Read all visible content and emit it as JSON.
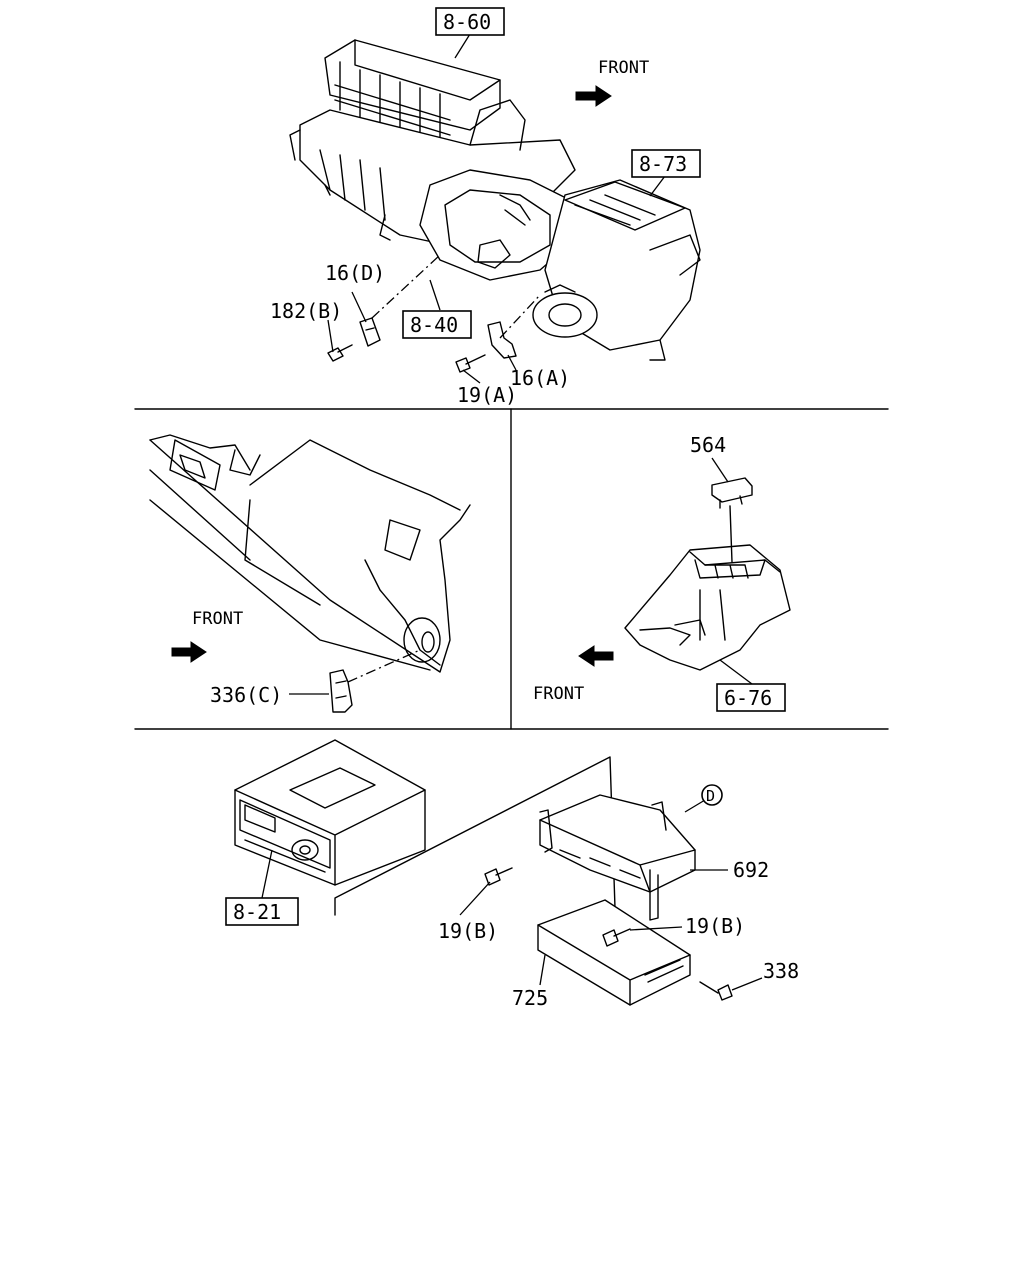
{
  "labels": {
    "ref_8_60": "8-60",
    "ref_8_73": "8-73",
    "ref_8_40": "8-40",
    "ref_6_76": "6-76",
    "ref_8_21": "8-21",
    "part_16D": "16(D)",
    "part_182B": "182(B)",
    "part_16A": "16(A)",
    "part_19A": "19(A)",
    "part_564": "564",
    "part_336C": "336(C)",
    "part_692": "692",
    "part_19B_left": "19(B)",
    "part_19B_right": "19(B)",
    "part_725": "725",
    "part_338": "338",
    "circle_D": "D"
  },
  "front_labels": {
    "top": "FRONT",
    "mid_left": "FRONT",
    "mid_right": "FRONT"
  }
}
